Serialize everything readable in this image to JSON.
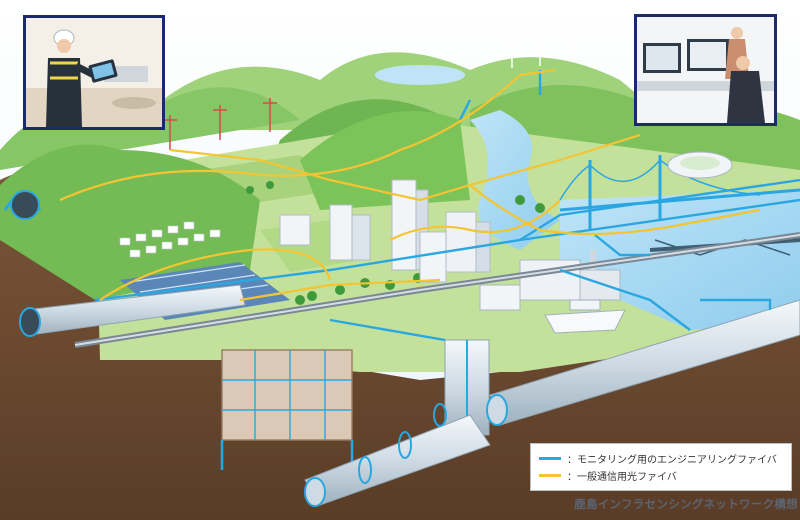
{
  "diagram": {
    "caption": "鹿島インフラセンシングネットワーク構想",
    "colors": {
      "monitoring_fiber": "#2aa7e0",
      "general_fiber": "#f5c431",
      "earth": "#6b4a32",
      "hills": "#7cc35a",
      "inset_border": "#1b2a6b"
    },
    "legend": {
      "items": [
        {
          "label": "：モニタリング用のエンジニアリングファイバ",
          "swatch": "monitoring_fiber"
        },
        {
          "label": "：一般通信用光ファイバ",
          "swatch": "general_fiber"
        }
      ]
    },
    "insets": [
      {
        "name": "field-worker-tablet",
        "subject": "worker-with-tablet"
      },
      {
        "name": "monitoring-control-room",
        "subject": "operators-at-monitors"
      }
    ],
    "icons": [
      "wind-turbine-icon",
      "bridge-icon",
      "tunnel-icon",
      "stadium-icon",
      "ship-icon",
      "factory-icon",
      "building-icon",
      "solar-panel-icon",
      "power-pylon-icon"
    ]
  }
}
